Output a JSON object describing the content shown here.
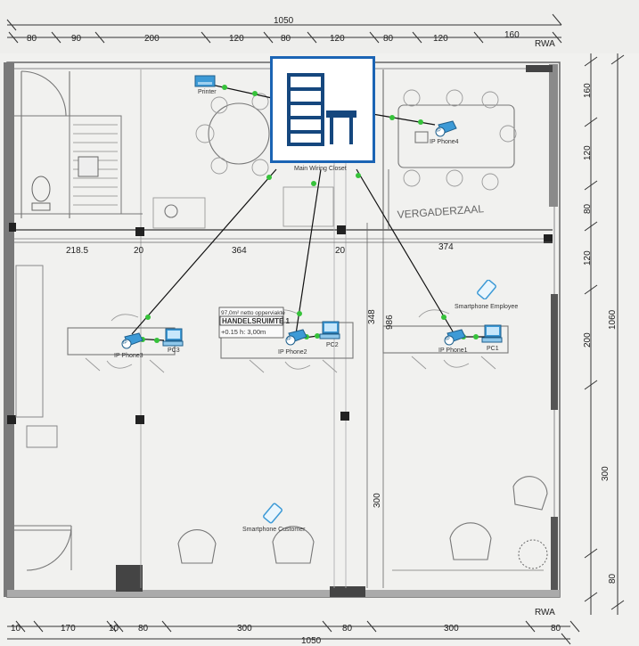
{
  "dimensions": {
    "top": [
      "1050",
      "80",
      "90",
      "200",
      "120",
      "80",
      "120",
      "80",
      "120",
      "160"
    ],
    "bottom": [
      "10",
      "170",
      "10",
      "80",
      "300",
      "80",
      "300",
      "80",
      "1050"
    ],
    "right": [
      "160",
      "120",
      "80",
      "120",
      "200",
      "1060",
      "300",
      "80"
    ],
    "interior": [
      "218.5",
      "20",
      "364",
      "20",
      "374",
      "348",
      "986",
      "300"
    ],
    "rwa_top": "RWA",
    "rwa_bottom": "RWA"
  },
  "room": {
    "sticker_line1": "97,0m² netto opperviakte",
    "sticker_line2": "HANDELSRUIMTE 1",
    "sticker_line3": "+0.15   h: 3,00m",
    "meeting_room": "VERGADERZAAL"
  },
  "devices": {
    "closet": "Main Wiring Closet",
    "printer": "Printer",
    "ipphone4": "IP Phone4",
    "ipphone3": "IP Phone3",
    "ipphone2": "IP Phone2",
    "ipphone1": "IP Phone1",
    "pc3": "PC3",
    "pc2": "PC2",
    "pc1": "PC1",
    "smartphone_employee": "Smartphone Employee",
    "smartphone_customer": "Smartphone Customer",
    "ip_badge": "IP"
  },
  "colors": {
    "link": "#111111",
    "link_dot": "#36c23a",
    "closet_border": "#1b64b4",
    "device_blue": "#3d9ad6"
  }
}
